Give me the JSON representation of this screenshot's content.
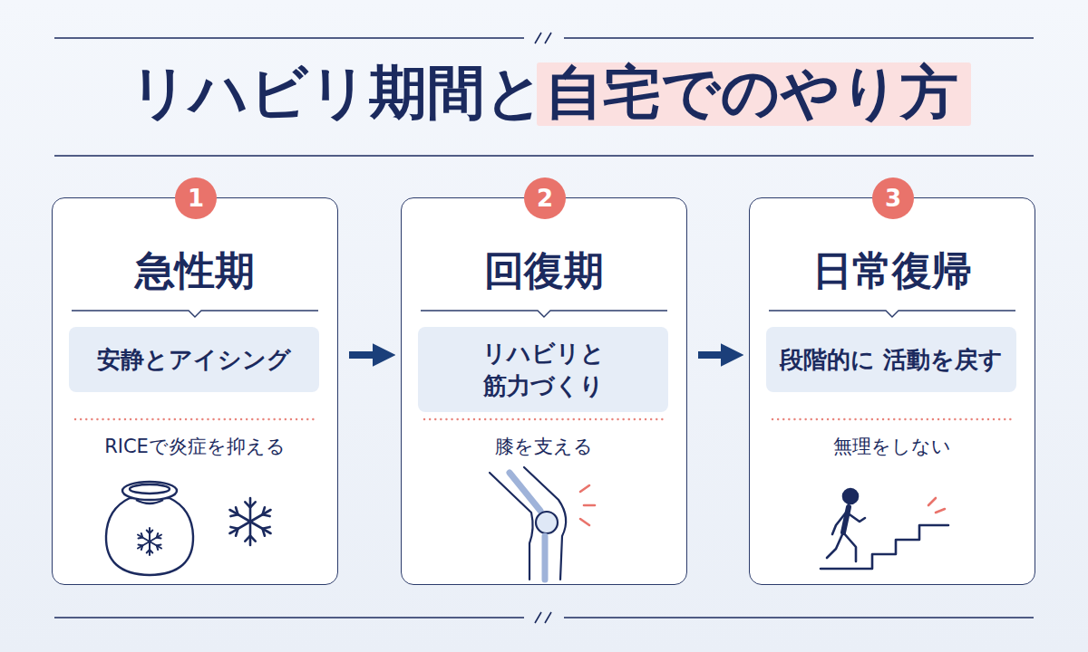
{
  "diagram": {
    "title": "リハビリ期間と自宅でのやり方",
    "nodes": [
      {
        "text": [
          "急性期",
          "RICEで炎症を抑える"
        ]
      },
      {
        "text": [
          "1"
        ],
        "in": 0
      },
      {
        "text": [
          "安静とアイシング"
        ],
        "in": 0
      },
      {
        "text": [
          "回復期",
          "膝を支える"
        ]
      },
      {
        "text": [
          "2"
        ],
        "in": 3
      },
      {
        "text": [
          "リハビリと 筋力づくり"
        ],
        "in": 3
      },
      {
        "text": [
          "日常復帰",
          "無理をしない"
        ]
      },
      {
        "text": [
          "3"
        ],
        "in": 6
      },
      {
        "text": [
          "段階的に 活動を戻す"
        ],
        "in": 6
      }
    ],
    "edges": [
      {
        "from": 0,
        "to": 3,
        "arrow": "to"
      },
      {
        "from": 3,
        "to": 6,
        "arrow": "to"
      }
    ]
  }
}
